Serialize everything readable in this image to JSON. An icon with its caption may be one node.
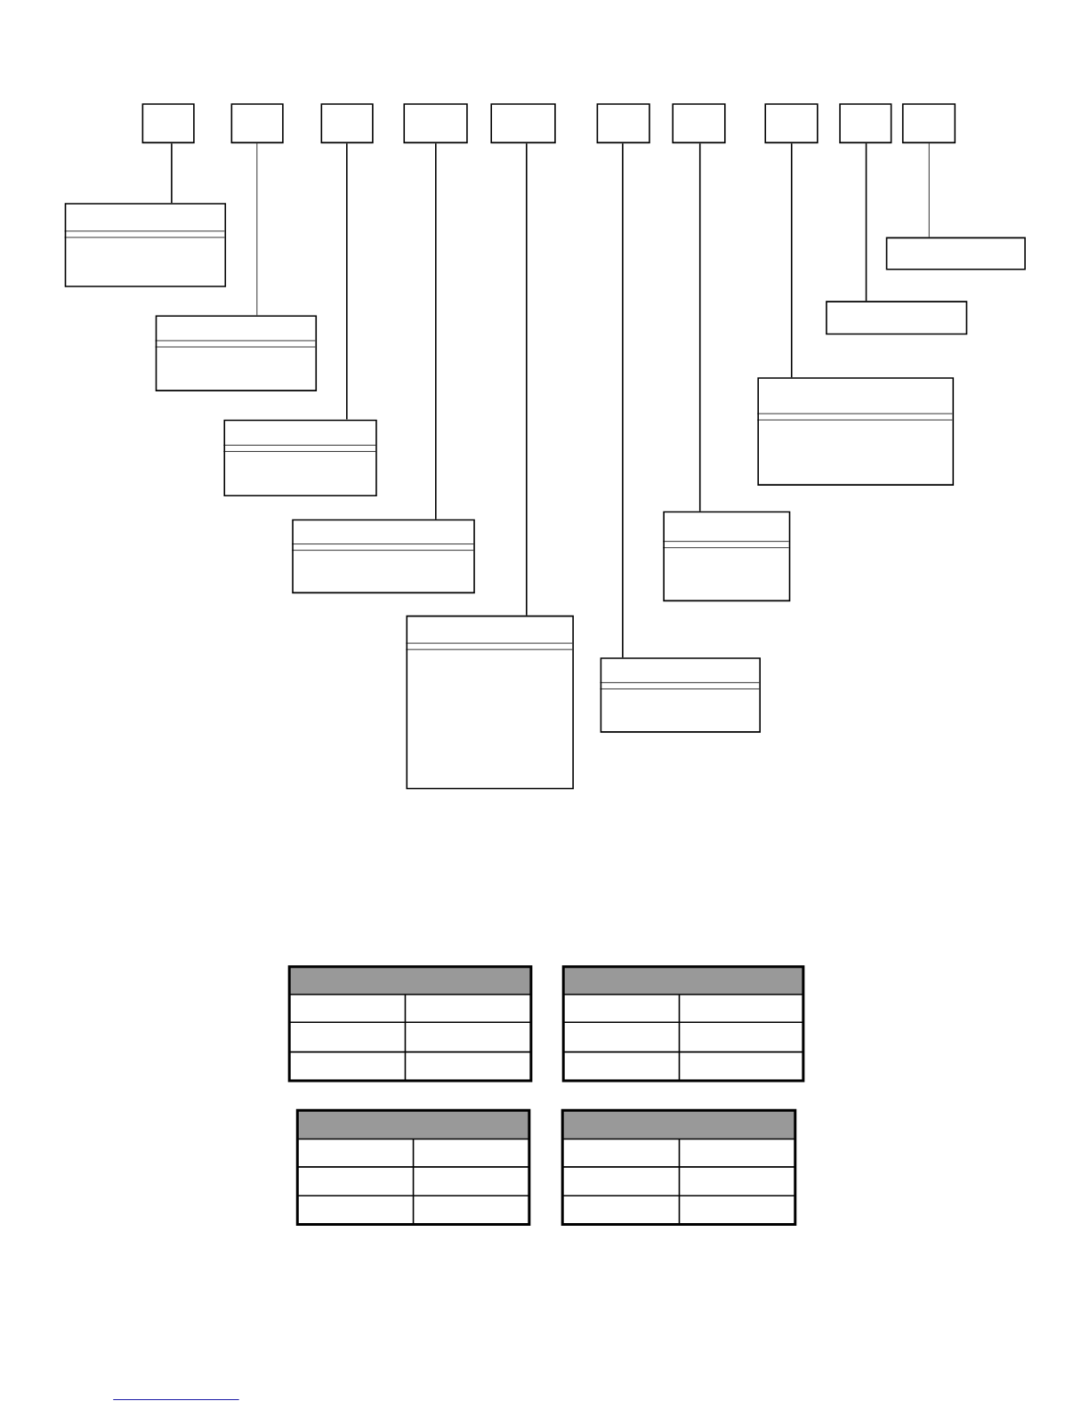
{
  "diagram": {
    "nodes": [
      {
        "text": [],
        "shape": "box"
      },
      {
        "text": [],
        "shape": "box"
      },
      {
        "text": [],
        "shape": "box"
      },
      {
        "text": [],
        "shape": "box"
      },
      {
        "text": [],
        "shape": "box"
      },
      {
        "text": [],
        "shape": "box"
      },
      {
        "text": [],
        "shape": "box"
      },
      {
        "text": [],
        "shape": "box"
      },
      {
        "text": [],
        "shape": "box"
      },
      {
        "text": [],
        "shape": "box"
      },
      {
        "text": [],
        "shape": "box"
      },
      {
        "text": [],
        "shape": "box"
      },
      {
        "text": [],
        "shape": "box"
      },
      {
        "text": [],
        "shape": "box"
      },
      {
        "text": [],
        "shape": "box"
      },
      {
        "text": [],
        "shape": "box"
      },
      {
        "text": [],
        "shape": "box"
      },
      {
        "text": [],
        "shape": "box"
      },
      {
        "text": [],
        "shape": "box"
      },
      {
        "text": [],
        "shape": "box"
      }
    ],
    "edges": [
      {
        "from": 0,
        "to": 10,
        "arrow": "none"
      },
      {
        "from": 1,
        "to": 11,
        "arrow": "none"
      },
      {
        "from": 2,
        "to": 12,
        "arrow": "none"
      },
      {
        "from": 3,
        "to": 13,
        "arrow": "none"
      },
      {
        "from": 4,
        "to": 14,
        "arrow": "none"
      },
      {
        "from": 5,
        "to": 15,
        "arrow": "none"
      },
      {
        "from": 6,
        "to": 16,
        "arrow": "none"
      },
      {
        "from": 7,
        "to": 17,
        "arrow": "none"
      },
      {
        "from": 8,
        "to": 18,
        "arrow": "none"
      },
      {
        "from": 9,
        "to": 19,
        "arrow": "none"
      }
    ]
  }
}
